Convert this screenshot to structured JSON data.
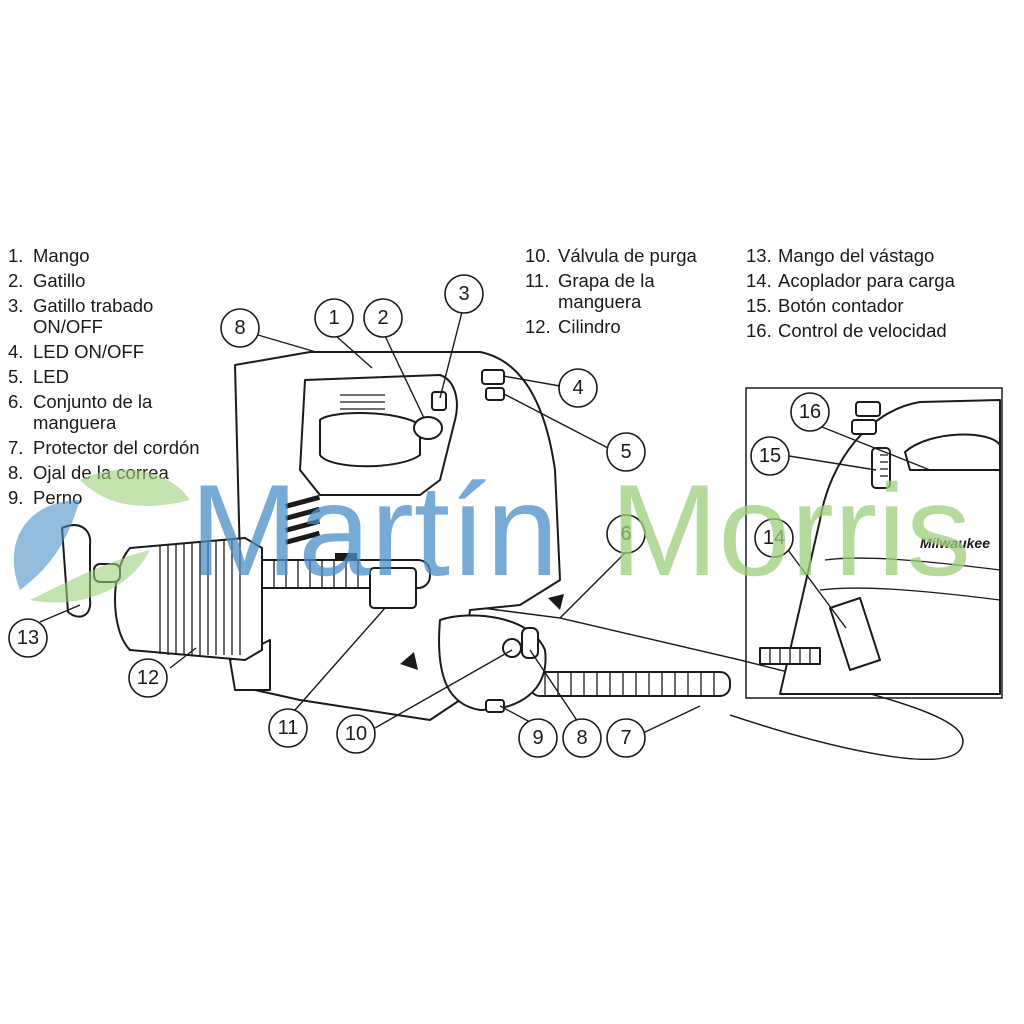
{
  "legend": {
    "col1": [
      {
        "num": "1.",
        "label": "Mango"
      },
      {
        "num": "2.",
        "label": "Gatillo"
      },
      {
        "num": "3.",
        "label": "Gatillo trabado ON/OFF"
      },
      {
        "num": "4.",
        "label": "LED ON/OFF"
      },
      {
        "num": "5.",
        "label": "LED"
      },
      {
        "num": "6.",
        "label": "Conjunto de la manguera"
      },
      {
        "num": "7.",
        "label": "Protector del cordón"
      },
      {
        "num": "8.",
        "label": "Ojal de la correa"
      },
      {
        "num": "9.",
        "label": "Perno"
      }
    ],
    "col2": [
      {
        "num": "10.",
        "label": "Válvula de purga"
      },
      {
        "num": "11.",
        "label": "Grapa de la manguera"
      },
      {
        "num": "12.",
        "label": "Cilindro"
      }
    ],
    "col3": [
      {
        "num": "13.",
        "label": "Mango del vástago"
      },
      {
        "num": "14.",
        "label": "Acoplador para carga"
      },
      {
        "num": "15.",
        "label": "Botón contador"
      },
      {
        "num": "16.",
        "label": "Control de velocidad"
      }
    ]
  },
  "callouts": [
    "1",
    "2",
    "3",
    "4",
    "5",
    "6",
    "7",
    "8",
    "8",
    "9",
    "10",
    "11",
    "12",
    "13",
    "14",
    "15",
    "16"
  ],
  "brand_badge": "Milwaukee",
  "watermark": {
    "text_part1": "Martín",
    "text_part2": "Morris",
    "color_blue": "#4a90c8",
    "color_green": "#9bd07a"
  }
}
